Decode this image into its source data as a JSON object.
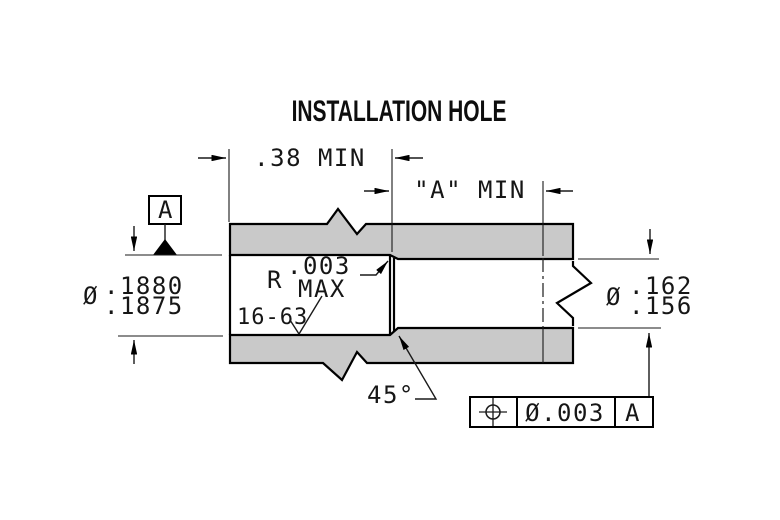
{
  "title": "INSTALLATION HOLE",
  "colors": {
    "background": "#ffffff",
    "part_fill": "#c9c9c9",
    "line": "#000000",
    "text": "#161616"
  },
  "notes": {
    "depth": ".38 MIN",
    "engagement": "\"A\" MIN",
    "bore": {
      "symbol": "Ø",
      "max": ".1880",
      "min": ".1875"
    },
    "hole": {
      "symbol": "Ø",
      "max": ".162",
      "min": ".156"
    },
    "radius": {
      "prefix": "R",
      "value": ".003",
      "qualifier": "MAX"
    },
    "finish": "16-63",
    "chamfer": "45°"
  },
  "datum": {
    "label": "A"
  },
  "feature_control_frame": {
    "symbol": "true-position",
    "tolerance": "Ø.003",
    "datum": "A"
  }
}
